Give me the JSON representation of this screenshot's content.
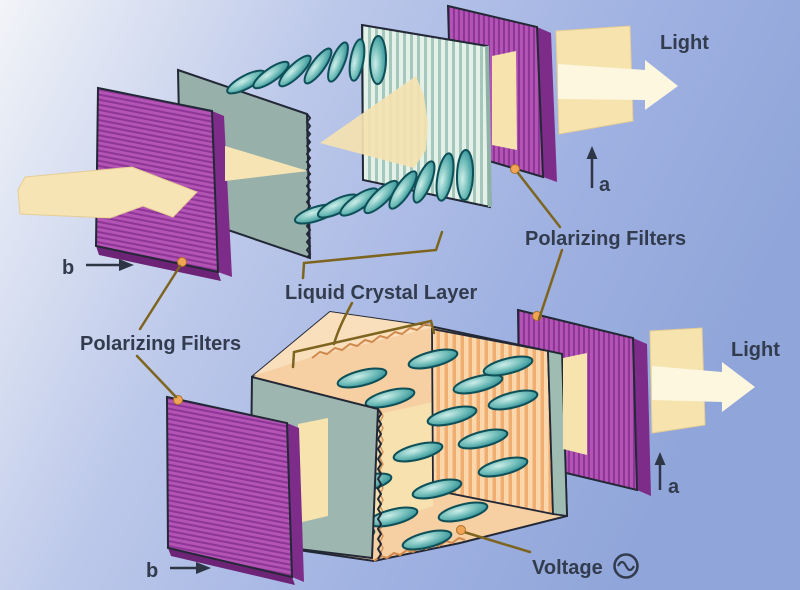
{
  "figure": {
    "type": "lcd-polarization-diagram",
    "panels": [
      "twisted liquid crystal (no voltage)",
      "aligned liquid crystal (voltage applied)"
    ]
  },
  "labels": {
    "light_top": "Light",
    "light_bottom": "Light",
    "polarizing_filters_right": "Polarizing Filters",
    "polarizing_filters_left": "Polarizing Filters",
    "liquid_crystal_layer": "Liquid Crystal Layer",
    "voltage": "Voltage",
    "axis_a_top": "a",
    "axis_a_bottom": "a",
    "axis_b_top": "b",
    "axis_b_bottom": "b"
  },
  "icons": {
    "ac_source": "circle-with-sine-wave"
  },
  "colors": {
    "background_left": "#f3f4f8",
    "background_right": "#90a5d9",
    "filter_purple": "#b455b5",
    "filter_stripe_purple": "#8e3697",
    "filter_side_purple": "#7e2c8a",
    "glass_plate_teal": "#97b0aa",
    "striped_plate_light": "#e4f1e9",
    "striped_plate_dark": "#a6c8bc",
    "crystal_teal": "#2e8e96",
    "light_beam_cream": "#f6e3ae",
    "box_peach": "#f6cfa2",
    "box_top_peach": "#fadfbc",
    "box_stripe_orange": "#f0ae72",
    "jagged_edge_orange": "#d08a4e",
    "pointer_line_khaki": "#7d651f",
    "pointer_dot_orange": "#f2a455",
    "text": "#323c4e"
  }
}
